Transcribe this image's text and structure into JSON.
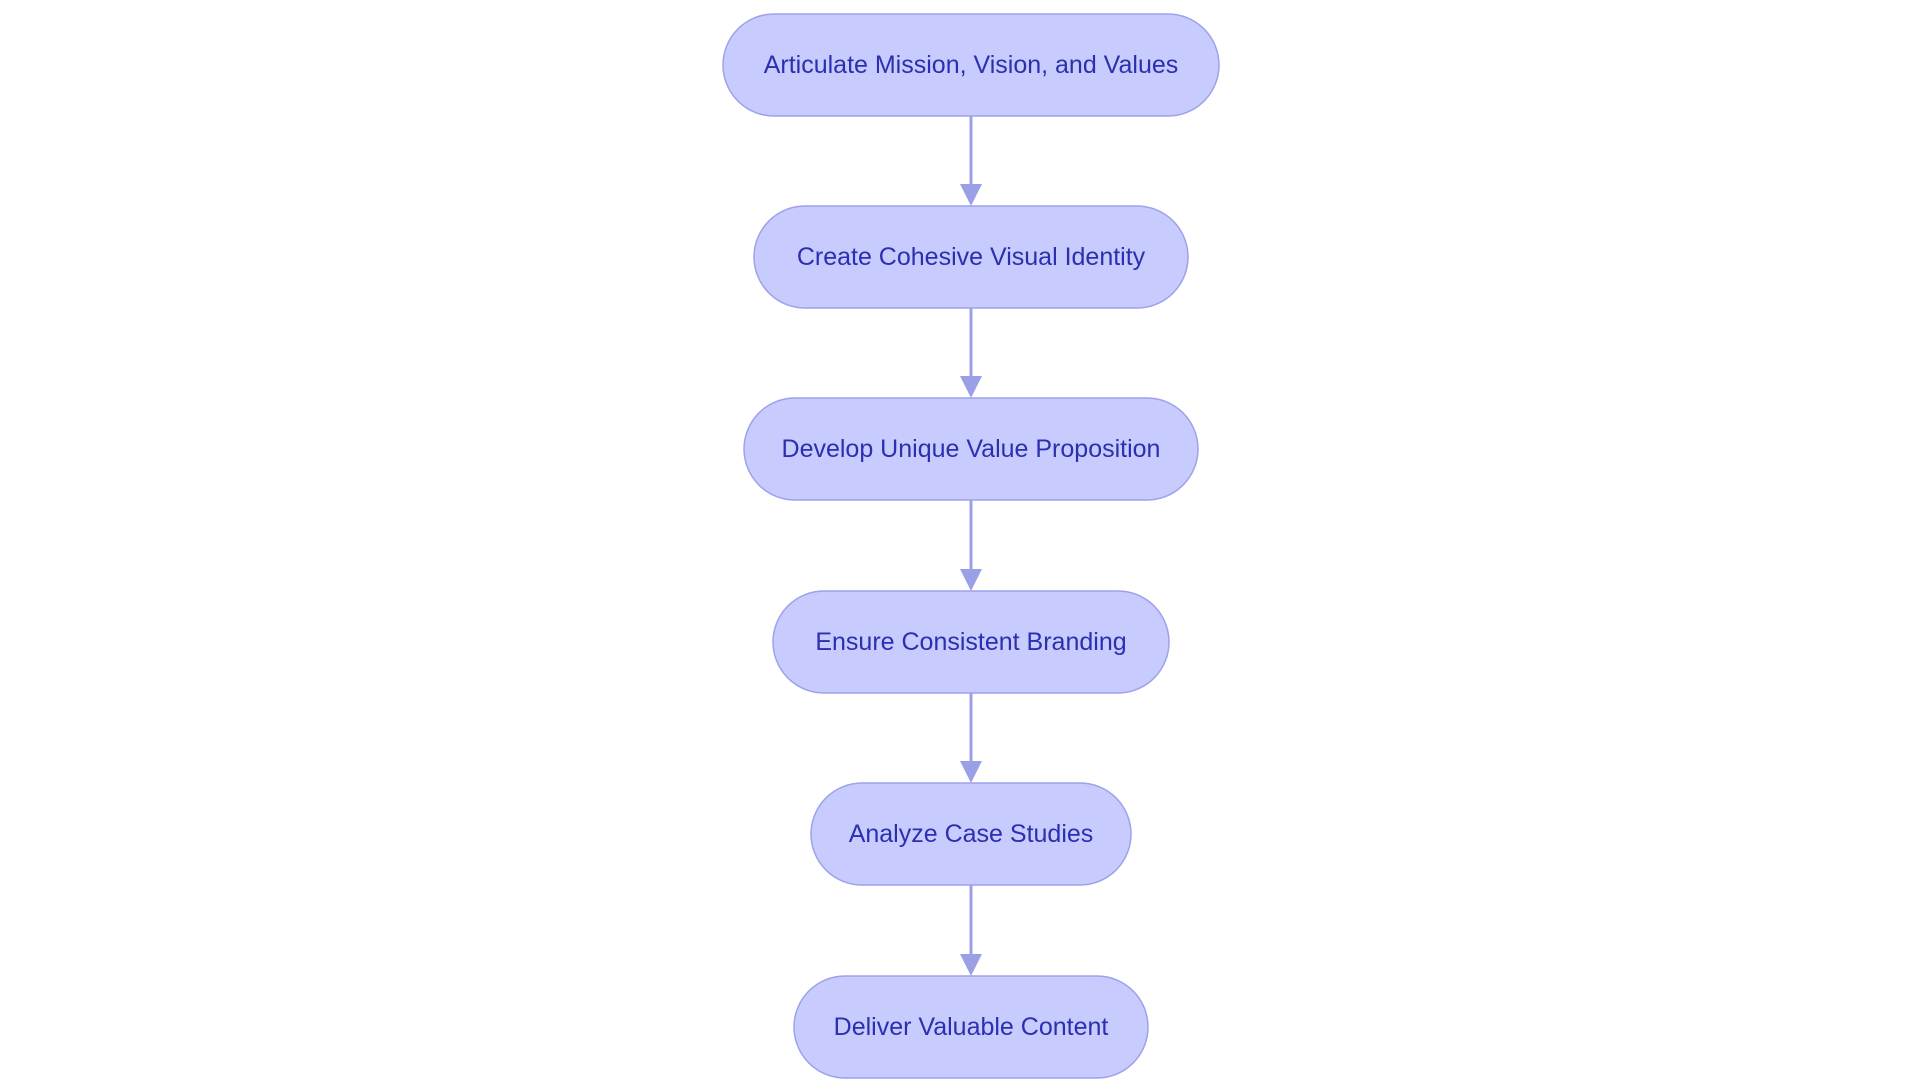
{
  "flowchart": {
    "direction": "top-to-bottom",
    "colors": {
      "node_fill": "#c7cbfd",
      "node_border": "#9da2ea",
      "node_text": "#2b2fb0",
      "edge": "#9ba0e6",
      "background": "#ffffff"
    },
    "nodes": [
      {
        "id": "mission",
        "label": "Articulate Mission, Vision, and Values"
      },
      {
        "id": "visual_identity",
        "label": "Create Cohesive Visual Identity"
      },
      {
        "id": "value_proposition",
        "label": "Develop Unique Value Proposition"
      },
      {
        "id": "branding",
        "label": "Ensure Consistent Branding"
      },
      {
        "id": "case_studies",
        "label": "Analyze Case Studies"
      },
      {
        "id": "content",
        "label": "Deliver Valuable Content"
      }
    ],
    "edges": [
      {
        "from": "mission",
        "to": "visual_identity"
      },
      {
        "from": "visual_identity",
        "to": "value_proposition"
      },
      {
        "from": "value_proposition",
        "to": "branding"
      },
      {
        "from": "branding",
        "to": "case_studies"
      },
      {
        "from": "case_studies",
        "to": "content"
      }
    ]
  }
}
